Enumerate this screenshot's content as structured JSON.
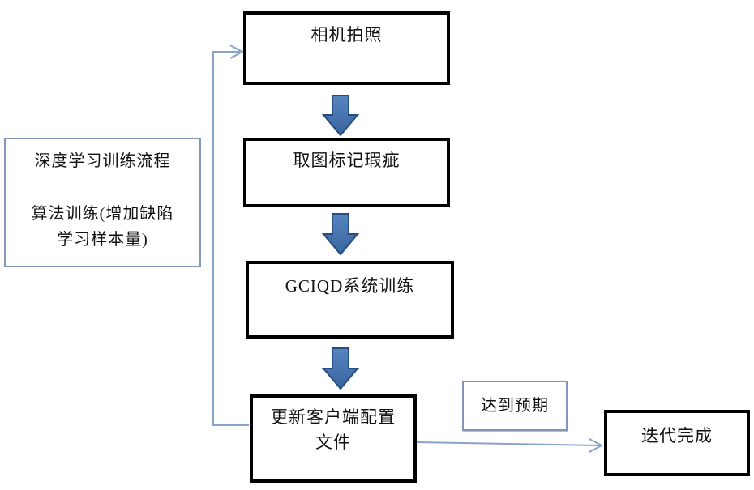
{
  "flowchart": {
    "nodes": {
      "camera": {
        "label": "相机拍照"
      },
      "mark": {
        "label": "取图标记瑕疵"
      },
      "train": {
        "label": "GCIQD系统训练"
      },
      "update": {
        "line1": "更新客户端配置",
        "line2": "文件"
      },
      "side": {
        "line1": "深度学习训练流程",
        "line2": "算法训练(增加缺陷",
        "line3": "学习样本量)"
      },
      "expect": {
        "label": "达到预期"
      },
      "done": {
        "label": "迭代完成"
      }
    },
    "icons": {
      "flow_arrow": "down-block-arrow",
      "feedback_arrow": "right-open-arrowhead",
      "done_arrow": "right-open-arrowhead"
    },
    "colors": {
      "background": "#ffffff",
      "text": "#111111",
      "box_border_thick": "#000000",
      "box_border_thin": "#8496b8",
      "connector_line": "#8aa2c8",
      "block_arrow_fill_top": "#5585c0",
      "block_arrow_fill_bottom": "#3a659e",
      "block_arrow_stroke": "#274c7f"
    }
  }
}
